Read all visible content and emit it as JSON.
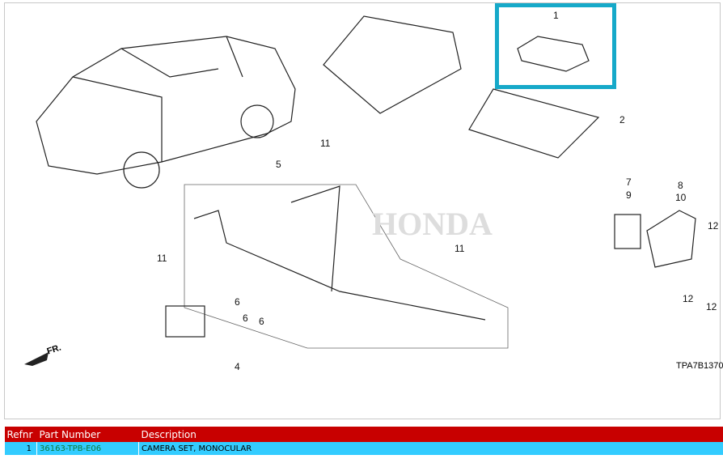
{
  "diagram": {
    "code": "TPA7B1370",
    "front_label": "FR.",
    "watermark": "HONDA",
    "callouts": [
      "1",
      "2",
      "4",
      "5",
      "6",
      "6",
      "6",
      "7",
      "9",
      "8",
      "10",
      "11",
      "11",
      "11",
      "12",
      "12",
      "12"
    ]
  },
  "table": {
    "headers": [
      "Refnr",
      "Part Number",
      "Description"
    ],
    "rows": [
      {
        "refnr": "1",
        "part_number": "36163-TPB-E06",
        "description": "CAMERA SET, MONOCULAR"
      }
    ]
  },
  "colors": {
    "header": "#c80000",
    "row_highlight": "#33ccff",
    "part_number": "#0a7a3a",
    "selection_box": "#16a9c9"
  }
}
